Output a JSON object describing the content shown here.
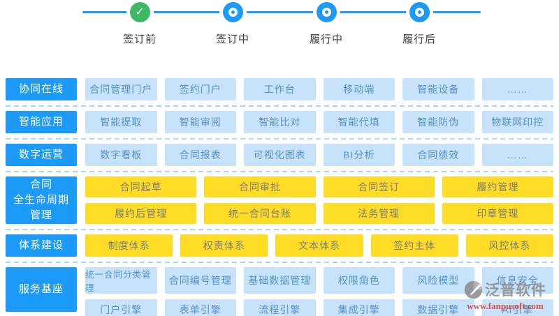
{
  "timeline": {
    "steps": [
      {
        "label": "签订前",
        "state": "done"
      },
      {
        "label": "签订中",
        "state": "future"
      },
      {
        "label": "履行中",
        "state": "future"
      },
      {
        "label": "履行后",
        "state": "future"
      }
    ]
  },
  "sections": [
    {
      "label": "协同在线",
      "label_lines": [
        "协同在线"
      ],
      "box_style": "blue",
      "lines": [
        [
          "合同管理门户",
          "签约门户",
          "工作台",
          "移动端",
          "智能设备",
          "……"
        ]
      ]
    },
    {
      "label": "智能应用",
      "label_lines": [
        "智能应用"
      ],
      "box_style": "blue",
      "lines": [
        [
          "智能提取",
          "智能审阅",
          "智能比对",
          "智能代填",
          "智能防伪",
          "物联网印控"
        ]
      ]
    },
    {
      "label": "数字运营",
      "label_lines": [
        "数字运营"
      ],
      "box_style": "blue",
      "lines": [
        [
          "数字看板",
          "合同报表",
          "可视化图表",
          "BI分析",
          "合同绩效",
          "……"
        ]
      ]
    },
    {
      "label": "合同全生命周期管理",
      "label_lines": [
        "合同",
        "全生命周期",
        "管理"
      ],
      "box_style": "yellow",
      "lines": [
        [
          "合同起草",
          "合同审批",
          "合同签订",
          "履约管理"
        ],
        [
          "履约后管理",
          "统一合同台账",
          "法务管理",
          "印章管理"
        ]
      ]
    },
    {
      "label": "体系建设",
      "label_lines": [
        "体系建设"
      ],
      "box_style": "yellow",
      "lines": [
        [
          "制度体系",
          "权责体系",
          "文本体系",
          "签约主体",
          "风控体系"
        ]
      ]
    },
    {
      "label": "服务基座",
      "label_lines": [
        "服务基座"
      ],
      "box_style": "blue",
      "lines": [
        [
          "统一合同分类管理",
          "合同编号管理",
          "基础数据管理",
          "权限角色",
          "风险模型",
          "信息安全"
        ],
        [
          "门户引擎",
          "表单引擎",
          "流程引擎",
          "集成引擎",
          "数据引擎",
          "AI引擎"
        ]
      ]
    }
  ],
  "watermark": {
    "brand": "泛普软件",
    "url": "www.fanpusoft.com"
  },
  "colors": {
    "primary_blue": "#1b9af8",
    "light_blue_box": "#c7e3fb",
    "light_blue_text": "#5590c5",
    "yellow_box": "#ffdc25",
    "yellow_text": "#7d7d74",
    "done_green": "#3cb965",
    "dashed_separator": "#abd6f6",
    "watermark_red": "#e03a2a"
  }
}
